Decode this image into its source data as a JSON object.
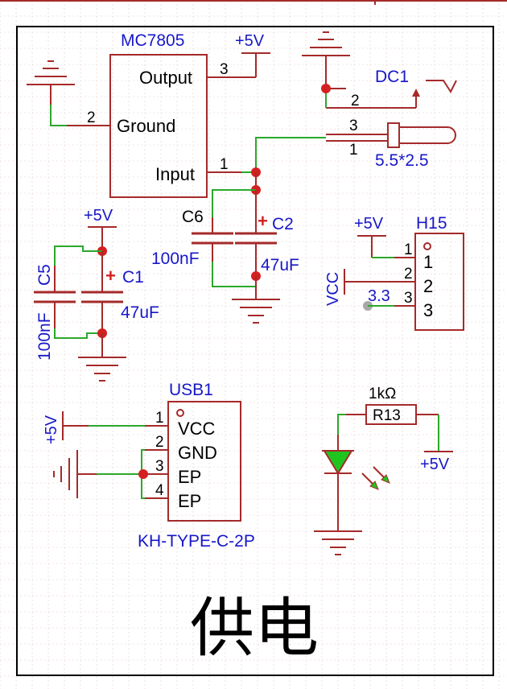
{
  "colors": {
    "body": "#a52a2a",
    "wire": "#2ba82b",
    "junction": "#d42020",
    "label": "#1717c8",
    "pinText": "#000000",
    "grid": "#e7c9c9",
    "frame": "#000000",
    "led": "#1fc41f"
  },
  "regulator": {
    "ref": "MC7805",
    "pins": {
      "output": "Output",
      "ground": "Ground",
      "input": "Input"
    },
    "pinNums": {
      "output": "3",
      "ground": "2",
      "input": "1"
    },
    "supply": "+5V"
  },
  "dc_jack": {
    "ref": "DC1",
    "value": "5.5*2.5",
    "pinNums": [
      "2",
      "3",
      "1"
    ]
  },
  "c6": {
    "ref": "C6",
    "value": "100nF"
  },
  "c2": {
    "ref": "C2",
    "value": "47uF"
  },
  "c5": {
    "ref": "C5",
    "value": "100nF"
  },
  "c1": {
    "ref": "C1",
    "value": "47uF"
  },
  "c1_supply": "+5V",
  "header": {
    "ref": "H15",
    "pins": [
      "1",
      "2",
      "3"
    ],
    "pinNums": [
      "1",
      "2",
      "3"
    ],
    "supply": "+5V",
    "vcc": "VCC",
    "net3": "3.3"
  },
  "usb": {
    "ref": "USB1",
    "value": "KH-TYPE-C-2P",
    "pins": [
      "VCC",
      "GND",
      "EP",
      "EP"
    ],
    "pinNums": [
      "1",
      "2",
      "3",
      "4"
    ],
    "supply": "+5V"
  },
  "resistor": {
    "ref": "1kΩ",
    "value": "R13",
    "supply": "+5V"
  },
  "title": "供电"
}
